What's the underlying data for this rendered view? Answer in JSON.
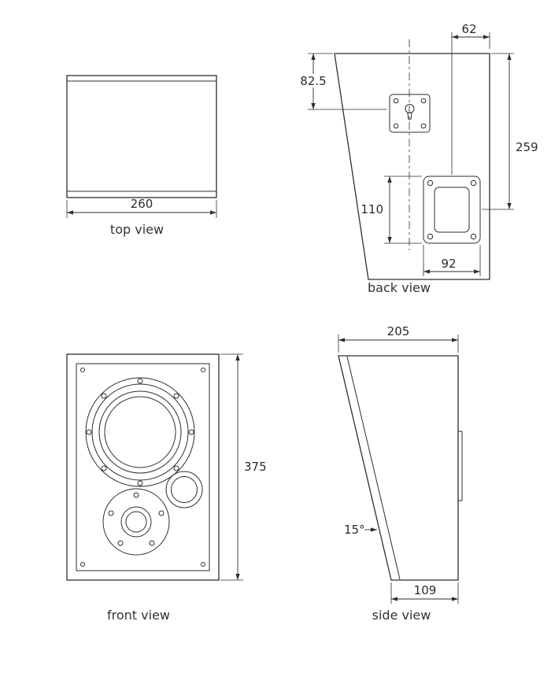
{
  "drawing": {
    "line_color": "#2e2e2e",
    "views": {
      "top": {
        "label": "top view",
        "dims": {
          "width": "260"
        }
      },
      "back": {
        "label": "back view",
        "dims": {
          "cup_offset_from_edge": "62",
          "keyhole_from_top": "82.5",
          "cup_center_from_top": "259",
          "cup_height": "110",
          "cup_width": "92"
        }
      },
      "front": {
        "label": "front view",
        "dims": {
          "height": "375"
        }
      },
      "side": {
        "label": "side view",
        "dims": {
          "top_depth": "205",
          "bottom_depth": "109",
          "front_angle": "15°"
        }
      }
    }
  }
}
